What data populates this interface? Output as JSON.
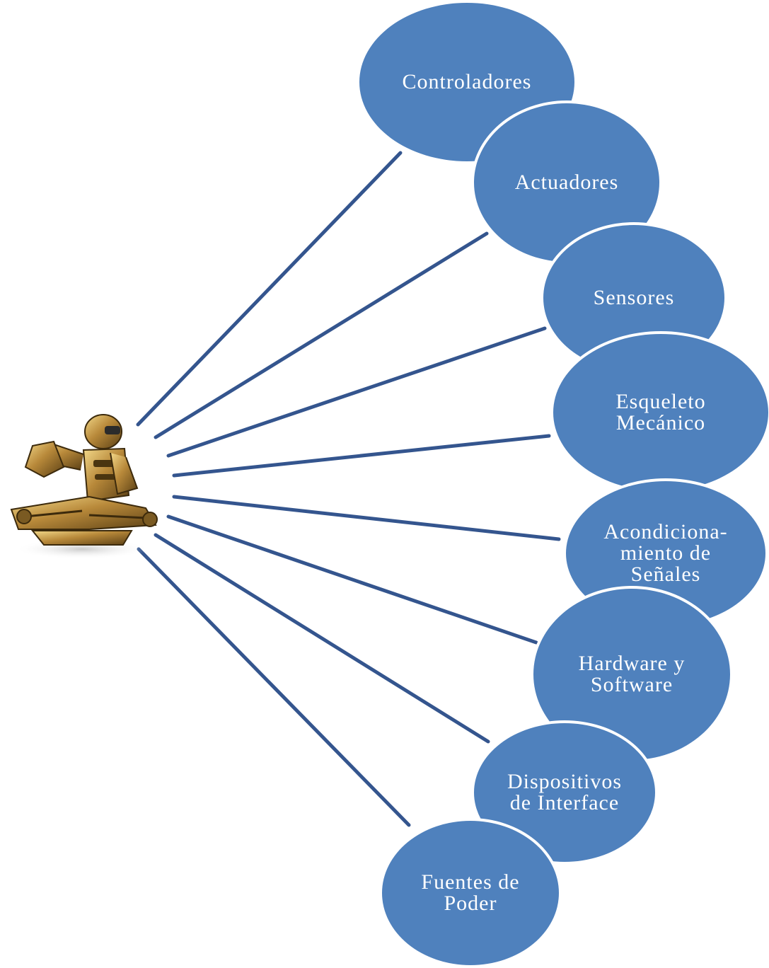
{
  "colors": {
    "node_fill": "#4f81bd",
    "connector": "#34558e",
    "background": "#ffffff",
    "label": "#ffffff"
  },
  "icons": {
    "hub": "robot-thinker-image"
  },
  "nodes": [
    {
      "label": "Controladores"
    },
    {
      "label": "Actuadores"
    },
    {
      "label": "Sensores"
    },
    {
      "label": "Esqueleto\nMecánico"
    },
    {
      "label": "Acondiciona-\nmiento de\nSeñales"
    },
    {
      "label": "Hardware y\nSoftware"
    },
    {
      "label": "Dispositivos\nde Interface"
    },
    {
      "label": "Fuentes de\nPoder"
    }
  ]
}
